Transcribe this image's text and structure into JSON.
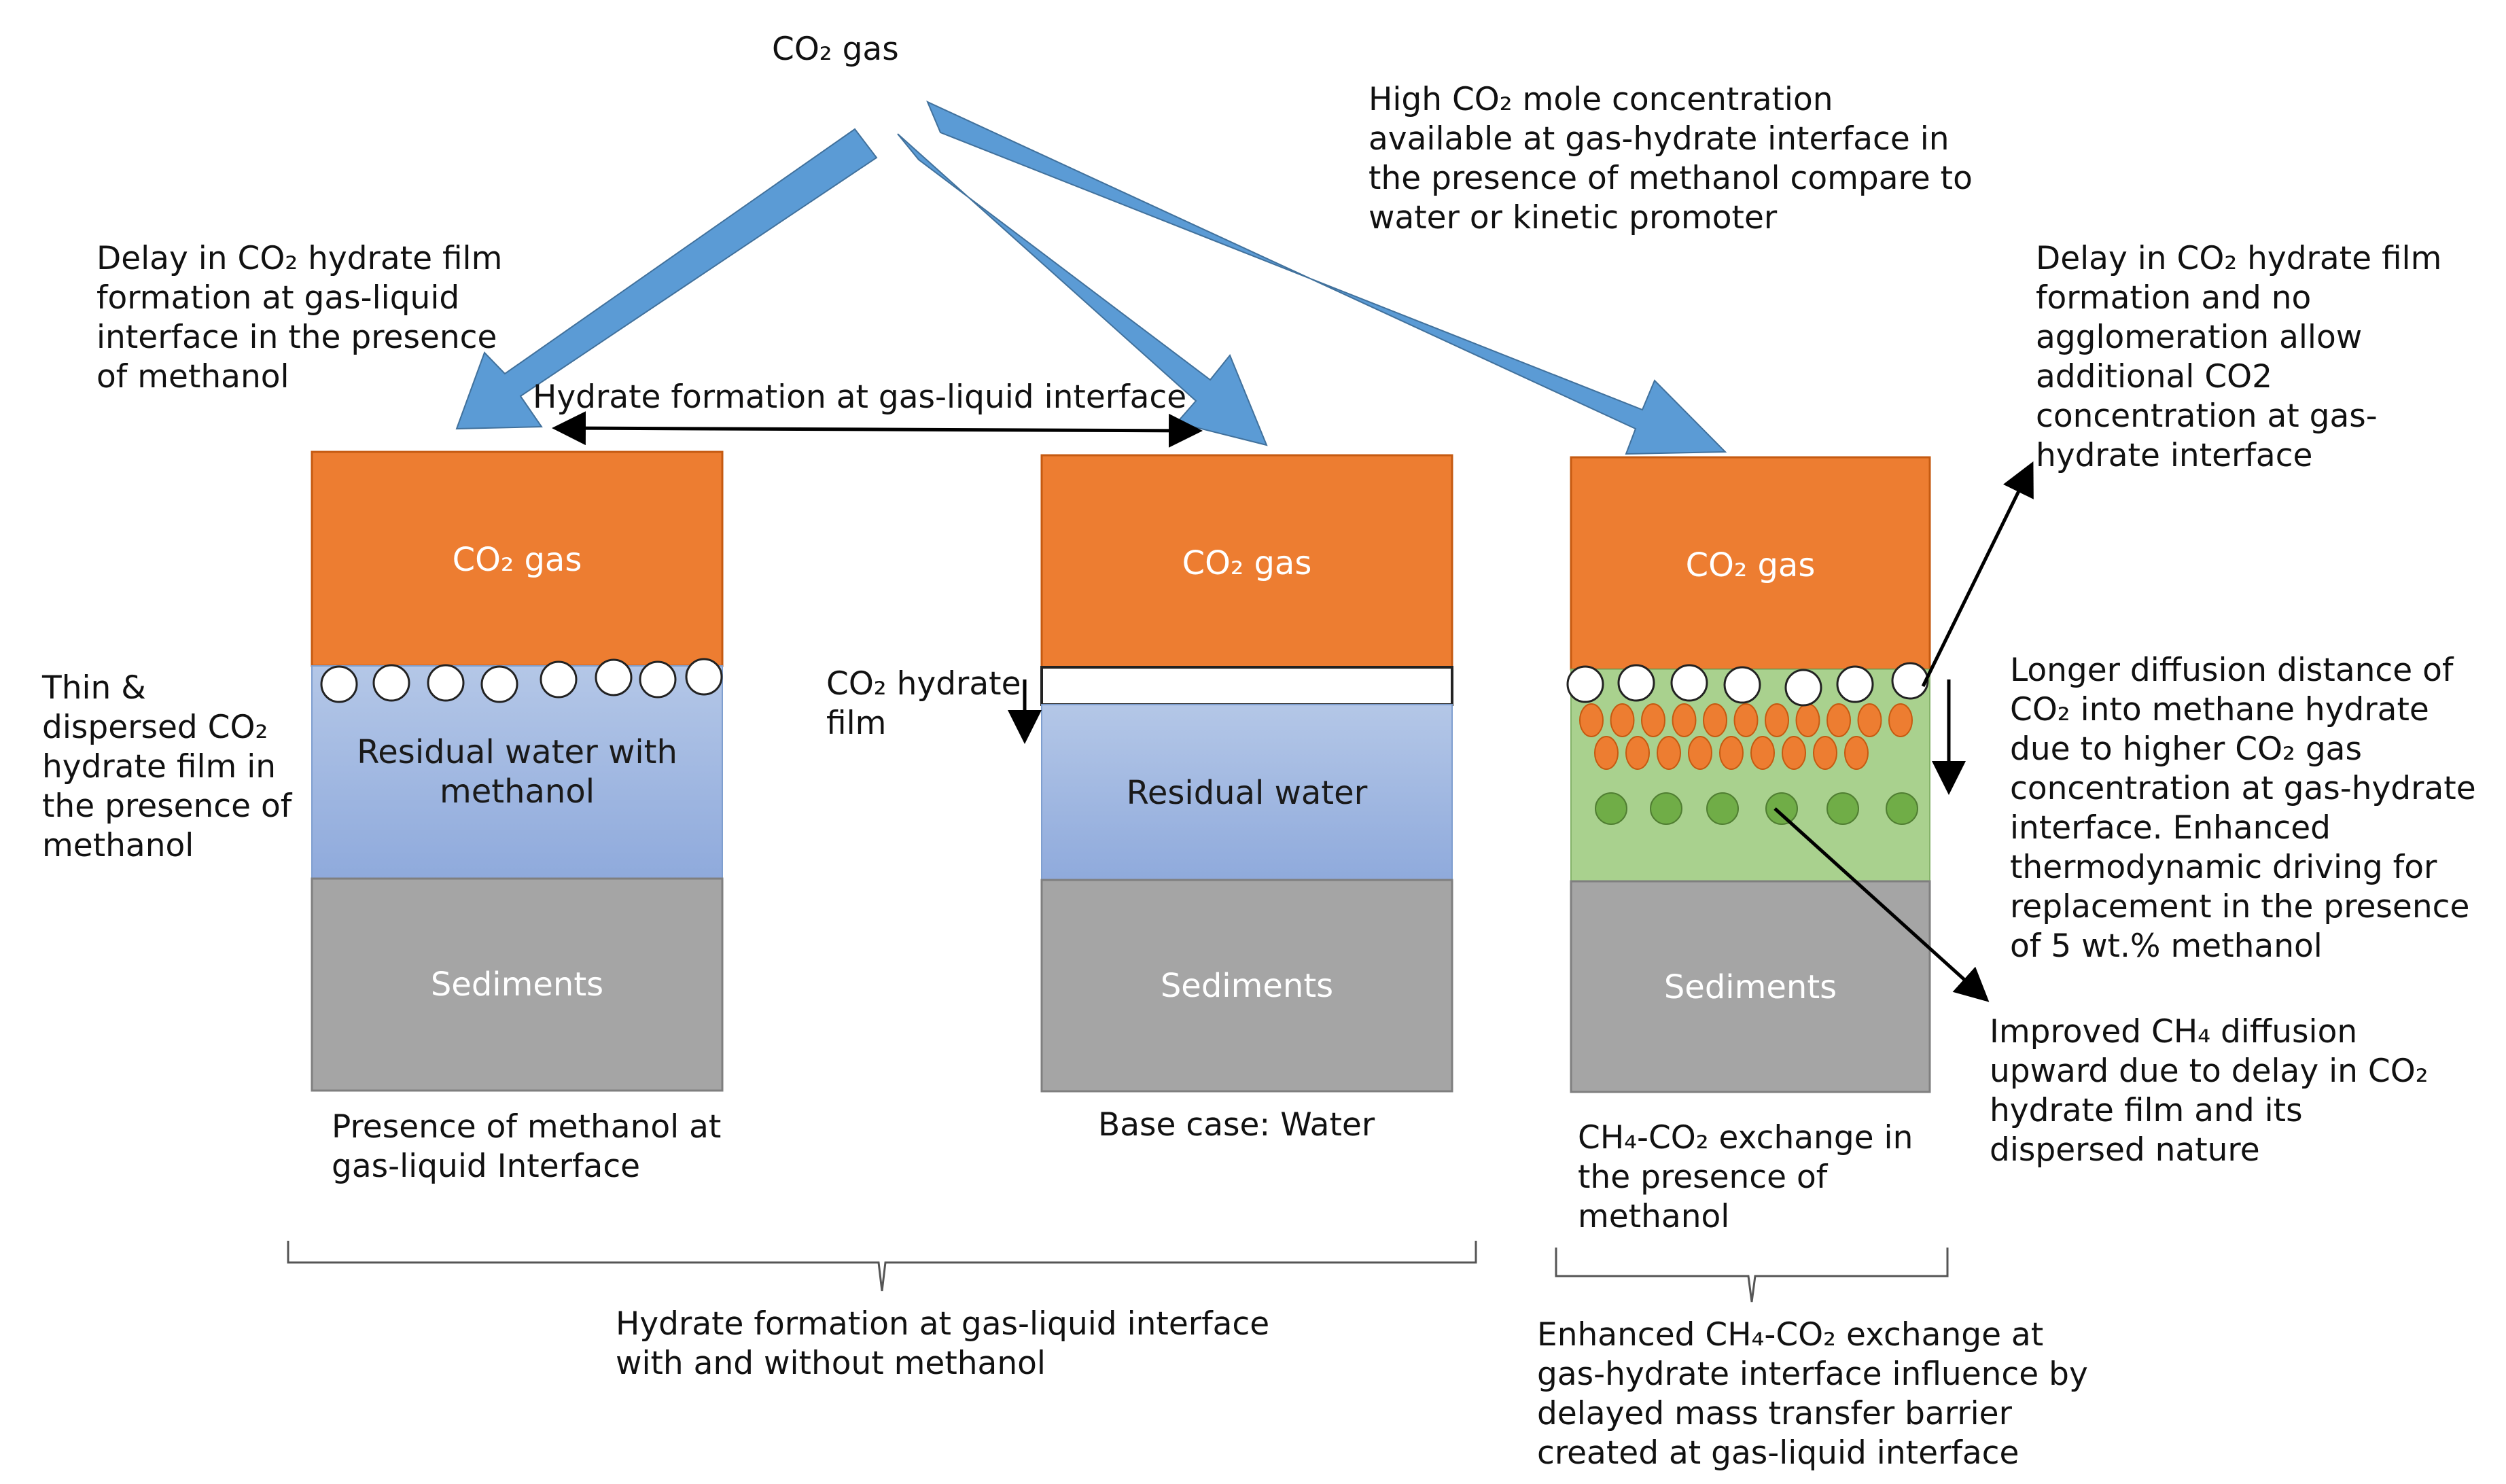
{
  "top": {
    "co2_gas": "CO₂ gas",
    "high_conc_note": [
      "High CO₂ mole concentration",
      "available at gas-hydrate interface in",
      "the presence of methanol compare to",
      "water or kinetic promoter"
    ]
  },
  "left_note": [
    "Delay in CO₂ hydrate film",
    "formation at gas-liquid",
    "interface in the presence",
    "of methanol"
  ],
  "middle_link_label": "Hydrate formation at gas-liquid interface",
  "panels": {
    "methanol": {
      "gas_label": "CO₂ gas",
      "liquid_label": [
        "Residual water with",
        "methanol"
      ],
      "sediment_label": "Sediments",
      "side_note": [
        "Thin &",
        "dispersed CO₂",
        "hydrate film in",
        "the presence of",
        "methanol"
      ],
      "caption": [
        "Presence of methanol at",
        "gas-liquid Interface"
      ]
    },
    "water": {
      "gas_label": "CO₂ gas",
      "film_note": [
        "CO₂ hydrate",
        "film"
      ],
      "liquid_label": "Residual water",
      "sediment_label": "Sediments",
      "caption": "Base case: Water"
    },
    "exchange": {
      "gas_label": "CO₂ gas",
      "sediment_label": "Sediments",
      "caption": [
        "CH₄-CO₂ exchange in",
        "the presence of",
        "methanol"
      ]
    }
  },
  "right_notes": {
    "delay_note": [
      "Delay in CO₂ hydrate film",
      "formation and no",
      "agglomeration allow",
      "additional CO2",
      "concentration at gas-",
      "hydrate interface"
    ],
    "diffusion_note": [
      "Longer diffusion distance of",
      "CO₂ into methane hydrate",
      "due to higher CO₂ gas",
      "concentration at gas-hydrate",
      "interface. Enhanced",
      "thermodynamic driving for",
      "replacement in the presence",
      "of 5 wt.% methanol"
    ],
    "ch4_note": [
      "Improved CH₄ diffusion",
      "upward due to delay in CO₂",
      "hydrate film  and its",
      "dispersed nature"
    ]
  },
  "bottom": {
    "left_group": [
      "Hydrate formation at gas-liquid interface",
      "with and without methanol"
    ],
    "right_group": [
      "Enhanced CH₄-CO₂ exchange at",
      "gas-hydrate interface influence by",
      "delayed mass transfer barrier",
      "created at gas-liquid interface"
    ]
  },
  "colors": {
    "gas": "#ed7d31",
    "liquid_top": "#b4c7e7",
    "liquid_bottom": "#8faadc",
    "sediment": "#a5a5a5",
    "exchange_zone": "#a9d18e",
    "arrow_blue": "#5b9bd5",
    "ch4_dot": "#70ad47"
  }
}
